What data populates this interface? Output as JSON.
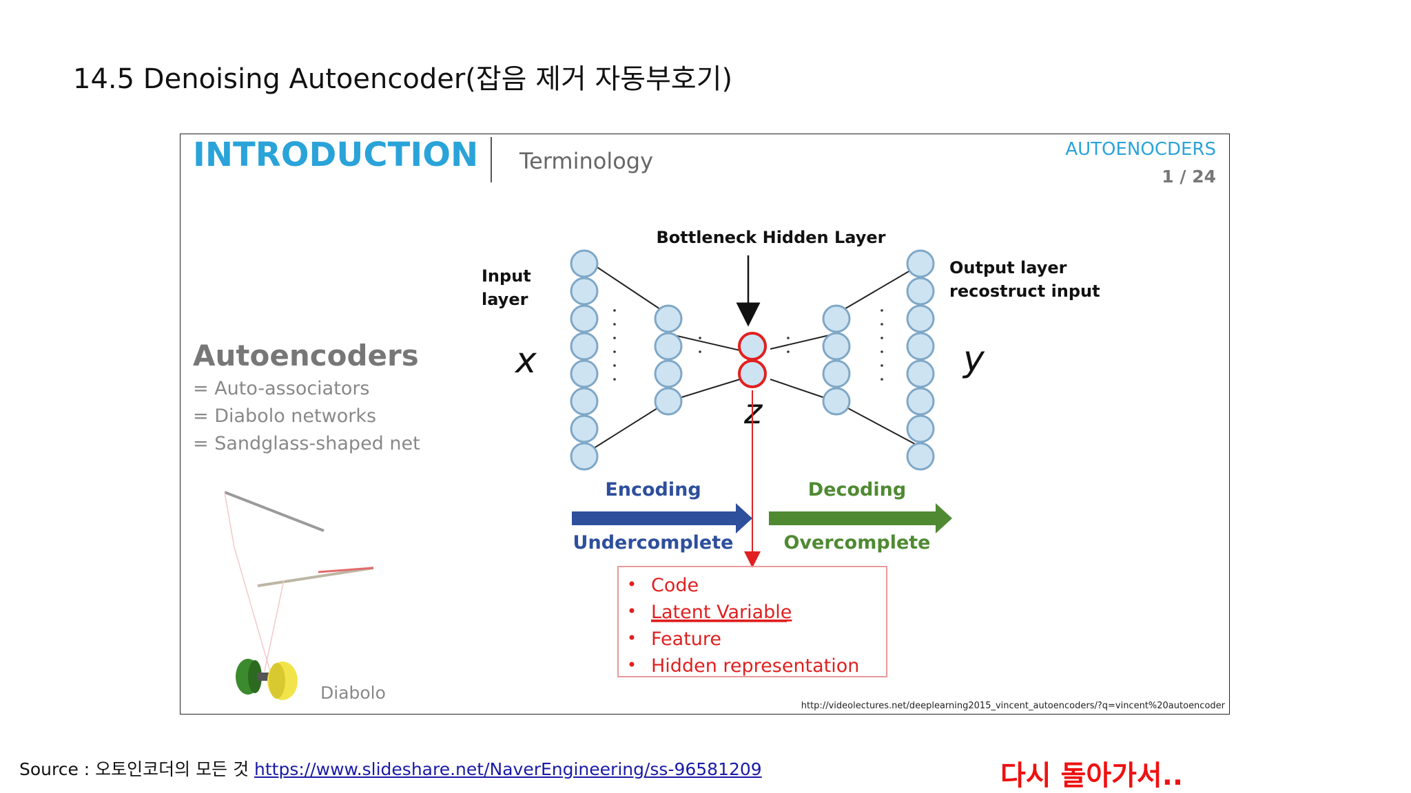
{
  "page": {
    "title": "14.5 Denoising Autoencoder(잡음 제거 자동부호기)",
    "source_label": "Source : 오토인코더의 모든 것",
    "source_link": "https://www.slideshare.net/NaverEngineering/ss-96581209",
    "footer_note": "다시 돌아가서.."
  },
  "slide": {
    "header_title": "INTRODUCTION",
    "header_subtitle": "Terminology",
    "deck_name": "AUTOENOCDERS",
    "page_counter": "1 / 24",
    "left_panel": {
      "heading": "Autoencoders",
      "aliases": [
        "= Auto-associators",
        "= Diabolo networks",
        "= Sandglass-shaped net"
      ],
      "image_caption": "Diabolo"
    },
    "diagram": {
      "bottleneck_label": "Bottleneck Hidden Layer",
      "input_label_line1": "Input",
      "input_label_line2": "layer",
      "output_label_line1": "Output layer",
      "output_label_line2": "recostruct input",
      "x_symbol": "x",
      "y_symbol": "y",
      "z_symbol": "z",
      "encoding_label": "Encoding",
      "decoding_label": "Decoding",
      "undercomplete_label": "Undercomplete",
      "overcomplete_label": "Overcomplete",
      "z_terms": [
        "Code",
        "Latent Variable",
        "Feature",
        "Hidden representation"
      ]
    },
    "credit_url": "http://videolectures.net/deeplearning2015_vincent_autoencoders/?q=vincent%20autoencoder",
    "colors": {
      "title_blue": "#2aa3d9",
      "node_fill": "#cde3f2",
      "node_stroke": "#7fa7c6",
      "bottleneck_stroke": "#e02020",
      "encoding_arrow": "#2e4f9c",
      "decoding_arrow": "#4f8a32",
      "term_red": "#e02020"
    }
  }
}
